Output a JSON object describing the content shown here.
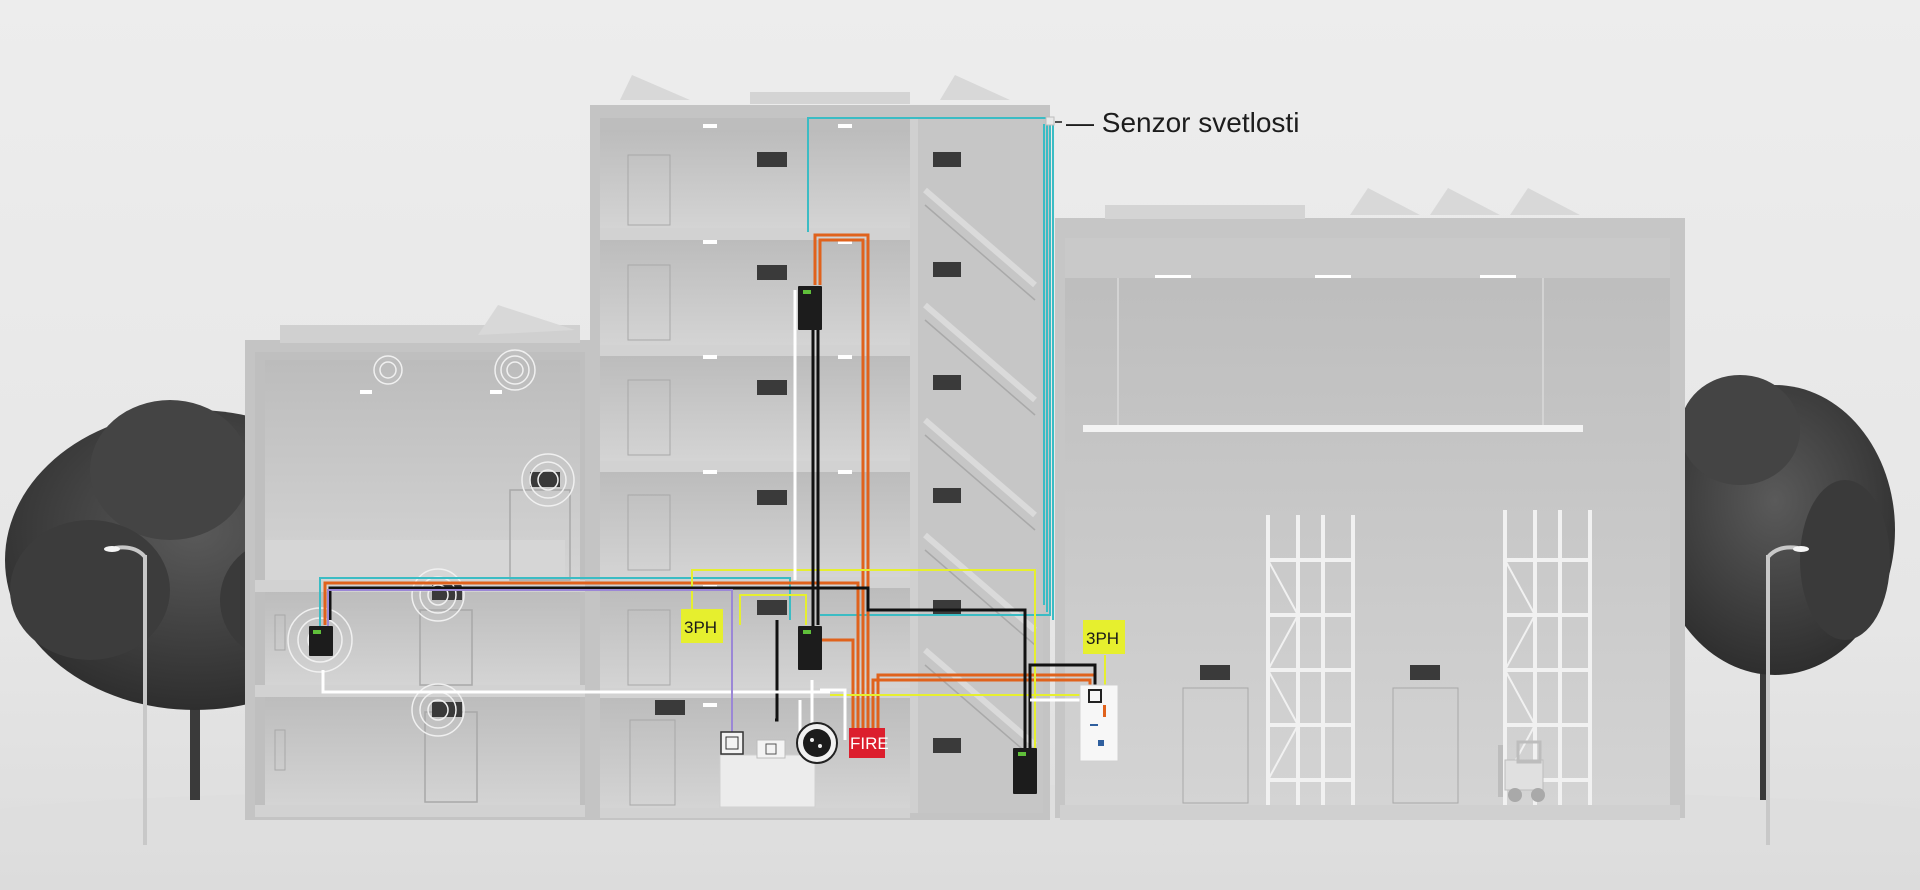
{
  "callout": {
    "label": "— Senzor svetlosti"
  },
  "tags": {
    "three_phase_left": "3PH",
    "three_phase_right": "3PH",
    "fire": "FIRE"
  },
  "colors": {
    "background": "#e9e9e9",
    "building": "#c8c8c8",
    "wire_cyan": "#3bbcc4",
    "wire_orange": "#e0621c",
    "wire_yellow": "#e6ef2e",
    "wire_purple": "#9b87d6",
    "wire_black": "#111111",
    "wire_white": "#ffffff",
    "tag_yellow": "#e6ef2e",
    "fire_red": "#dc1e2d"
  },
  "icons": [
    "tree-icon",
    "street-lamp-icon",
    "emergency-exit-sign-icon",
    "exit-arrow-icon",
    "wireless-signal-icon",
    "central-battery-unit-icon",
    "light-sensor-icon",
    "fire-alarm-panel-icon",
    "forklift-icon",
    "storage-rack-icon"
  ]
}
